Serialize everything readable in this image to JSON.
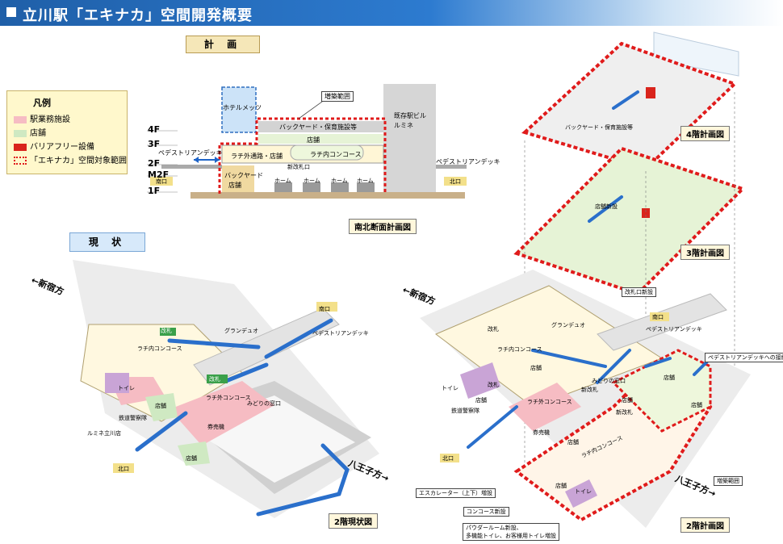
{
  "header": {
    "title": "立川駅「エキナカ」空間開発概要"
  },
  "section": {
    "plan_label": "計 画",
    "current_label": "現 状"
  },
  "legend": {
    "title": "凡例",
    "items": [
      {
        "label": "駅業務施設",
        "color": "#f6bcc3"
      },
      {
        "label": "店舗",
        "color": "#cfe9c2"
      },
      {
        "label": "バリアフリー設備",
        "color": "#d9241c"
      },
      {
        "label": "「エキナカ」空間対象範囲",
        "color": "#e01b1b"
      }
    ]
  },
  "section_diagram": {
    "floors": [
      "4F",
      "3F",
      "2F",
      "M2F",
      "1F"
    ],
    "hotel": "ホテルメッツ",
    "expansion": "増築範囲",
    "backyard_nursery": "バックヤード・保育施設等",
    "shop": "店舗",
    "pedestrian_deck_left": "ペデストリアンデッキ",
    "gate_outside_passage": "ラチ外通路・店舗",
    "gate_inside_concourse": "ラチ内コンコース",
    "new_gate": "新改札口",
    "backyard": "バックヤード",
    "backyard_shop": "店舗",
    "existing_building": "既存駅ビル\nルミネ",
    "pedestrian_deck_right": "ペデストリアンデッキ",
    "south_exit": "南口",
    "north_exit": "北口",
    "platforms": [
      "ホーム",
      "ホーム",
      "ホーム",
      "ホーム"
    ],
    "caption": "南北断面計画図"
  },
  "current_map": {
    "shinjuku": "←新宿方",
    "south_exit": "南口",
    "north_exit": "北口",
    "grandduo": "グランデュオ",
    "pedestrian_deck": "ペデストリアンデッキ",
    "gate_inside_concourse": "ラチ内コンコース",
    "gate_label": "改札",
    "toilet": "トイレ",
    "shop": "店舗",
    "police": "鉄道警察隊",
    "gate_outside_concourse": "ラチ外コンコース",
    "midori": "みどりの窓口",
    "ticket": "券売機",
    "lumine": "ルミネ立川店",
    "hachioji": "八王子方→",
    "caption": "2階現状図"
  },
  "plan_map": {
    "shinjuku": "←新宿方",
    "south_exit": "南口",
    "north_exit": "北口",
    "grandduo": "グランデュオ",
    "pedestrian_deck": "ペデストリアンデッキ",
    "gate_inside_concourse": "ラチ内コンコース",
    "gate_label": "改札",
    "new_gate": "新改札",
    "toilet": "トイレ",
    "shop": "店舗",
    "police": "鉄道警察隊",
    "gate_outside_concourse": "ラチ外コンコース",
    "midori": "みどりの窓口",
    "ticket": "券売機",
    "new_gate_callout": "改札口新設",
    "deck_link": "ペデストリアンデッキへの接続",
    "expansion": "増築範囲",
    "escalator": "エスカレーター（上下）増設",
    "concourse_new": "コンコース新設",
    "powder_room": "パウダールーム新設、\n多機能トイレ、お客様用トイレ増設",
    "hachioji": "八王子方→",
    "caption": "2階計画図"
  },
  "floor3": {
    "shop_new": "店舗新設",
    "caption": "3階計画図"
  },
  "floor4": {
    "backyard": "バックヤード・保育施設等",
    "caption": "4階計画図"
  }
}
